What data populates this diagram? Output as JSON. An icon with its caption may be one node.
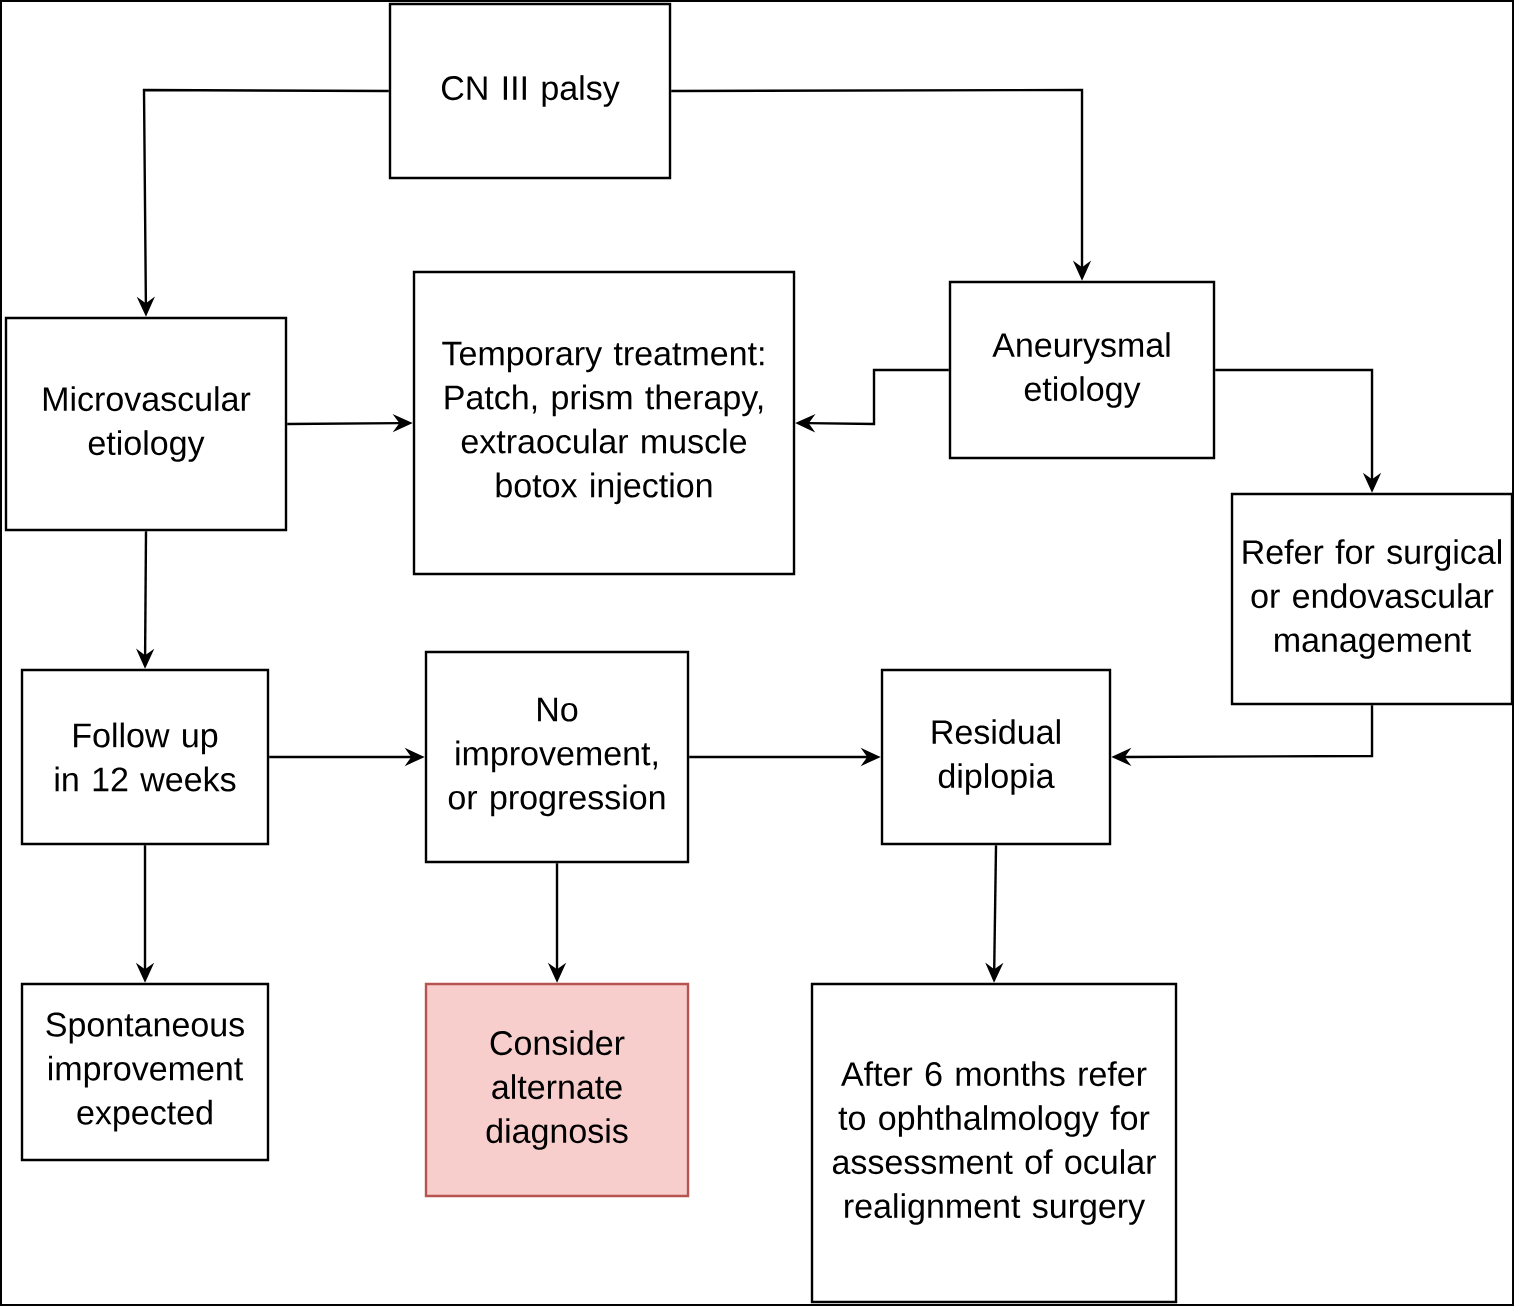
{
  "diagram": {
    "nodes": [
      {
        "text": [
          "CN III palsy"
        ]
      },
      {
        "text": [
          "Microvascular etiology"
        ]
      },
      {
        "text": [
          "Temporary treatment: Patch, prism therapy, extraocular muscle botox injection"
        ]
      },
      {
        "text": [
          "Aneurysmal etiology"
        ]
      },
      {
        "text": [
          "Refer for surgical or endovascular management"
        ]
      },
      {
        "text": [
          "Follow up in 12 weeks"
        ]
      },
      {
        "text": [
          "No improvement, or progression"
        ]
      },
      {
        "text": [
          "Residual diplopia"
        ]
      },
      {
        "text": [
          "Spontaneous improvement expected"
        ]
      },
      {
        "text": [
          "Consider alternate diagnosis"
        ]
      },
      {
        "text": [
          "After 6 months refer to ophthalmology for assessment of ocular realignment surgery"
        ]
      }
    ],
    "edges": [
      {
        "from": 0,
        "to": 1,
        "arrow": "to"
      },
      {
        "from": 0,
        "to": 3,
        "arrow": "to"
      },
      {
        "from": 1,
        "to": 2,
        "arrow": "to"
      },
      {
        "from": 3,
        "to": 2,
        "arrow": "to"
      },
      {
        "from": 3,
        "to": 4,
        "arrow": "to"
      },
      {
        "from": 1,
        "to": 5,
        "arrow": "to"
      },
      {
        "from": 5,
        "to": 6,
        "arrow": "to"
      },
      {
        "from": 6,
        "to": 7,
        "arrow": "to"
      },
      {
        "from": 4,
        "to": 7,
        "arrow": "to"
      },
      {
        "from": 5,
        "to": 8,
        "arrow": "to"
      },
      {
        "from": 6,
        "to": 9,
        "arrow": "to"
      },
      {
        "from": 7,
        "to": 10,
        "arrow": "to"
      }
    ]
  }
}
